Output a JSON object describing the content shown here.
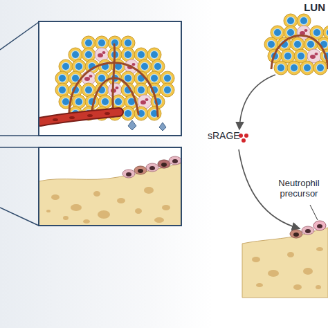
{
  "diagram": {
    "labels": [
      "LUN",
      "sRAGE",
      "Neutrophil precursor"
    ]
  }
}
